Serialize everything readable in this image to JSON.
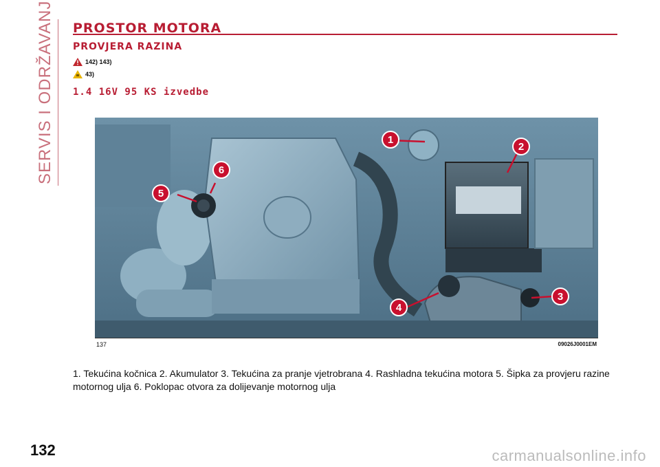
{
  "side_title": "SERVIS I ODRŽAVANJE",
  "section_title": "PROSTOR MOTORA",
  "sub_title": "PROVJERA RAZINA",
  "warnings": [
    {
      "icon": "danger-triangle-icon",
      "text": "142) 143)",
      "color": "#c0262d"
    },
    {
      "icon": "caution-triangle-icon",
      "text": "43)",
      "color": "#e8b400"
    }
  ],
  "variant_title": "1.4 16V 95 KS izvedbe",
  "figure": {
    "label_left": "137",
    "label_right": "09026J0001EM",
    "callouts": [
      "1",
      "2",
      "3",
      "4",
      "5",
      "6"
    ],
    "marker_color": "#c8102e"
  },
  "caption": "1. Tekućina kočnica 2. Akumulator 3. Tekućina za pranje vjetrobrana 4. Rashladna tekućina motora 5. Šipka za provjeru razine motornog ulja 6. Poklopac otvora za dolijevanje motornog ulja",
  "page_number": "132",
  "watermark": "carmanualsonline.info"
}
